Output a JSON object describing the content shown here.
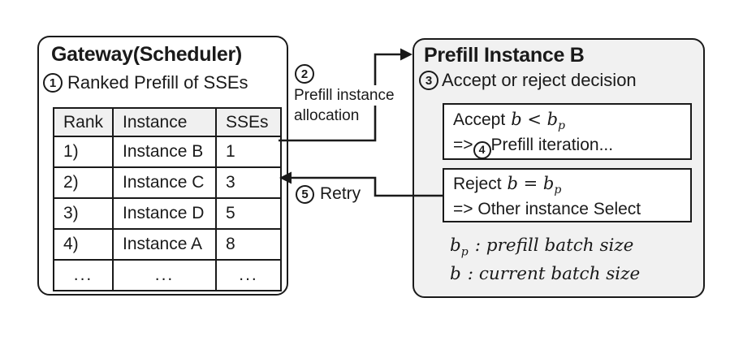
{
  "colors": {
    "line": "#1a1a1a",
    "panel_fill": "#f1f1f1",
    "table_header_fill": "#f0f0f0",
    "background": "#ffffff"
  },
  "gateway": {
    "title": "Gateway(Scheduler)",
    "step": {
      "num": "1",
      "label": "Ranked Prefill of SSEs"
    },
    "table": {
      "headers": [
        "Rank",
        "Instance",
        "SSEs"
      ],
      "rows": [
        [
          "1)",
          "Instance B",
          "1"
        ],
        [
          "2)",
          "Instance C",
          "3"
        ],
        [
          "3)",
          "Instance D",
          "5"
        ],
        [
          "4)",
          "Instance A",
          "8"
        ],
        [
          "...",
          "...",
          "..."
        ]
      ]
    }
  },
  "connectors": {
    "allocation": {
      "num": "2",
      "label_line1": "Prefill instance",
      "label_line2": "allocation"
    },
    "retry": {
      "num": "5",
      "label": "Retry"
    }
  },
  "prefill": {
    "title": "Prefill Instance B",
    "step": {
      "num": "3",
      "label": "Accept or reject decision"
    },
    "accept": {
      "keyword": "Accept",
      "condition": "b < b",
      "condition_sub": "p",
      "action_prefix": "=>",
      "action_num": "4",
      "action": "Prefill iteration..."
    },
    "reject": {
      "keyword": "Reject",
      "condition": "b = b",
      "condition_sub": "p",
      "action": "=> Other instance Select"
    },
    "legend": [
      {
        "symbol": "b",
        "sub": "p",
        "desc": ": prefill batch size"
      },
      {
        "symbol": "b",
        "sub": "",
        "desc": ": current batch size"
      }
    ]
  }
}
